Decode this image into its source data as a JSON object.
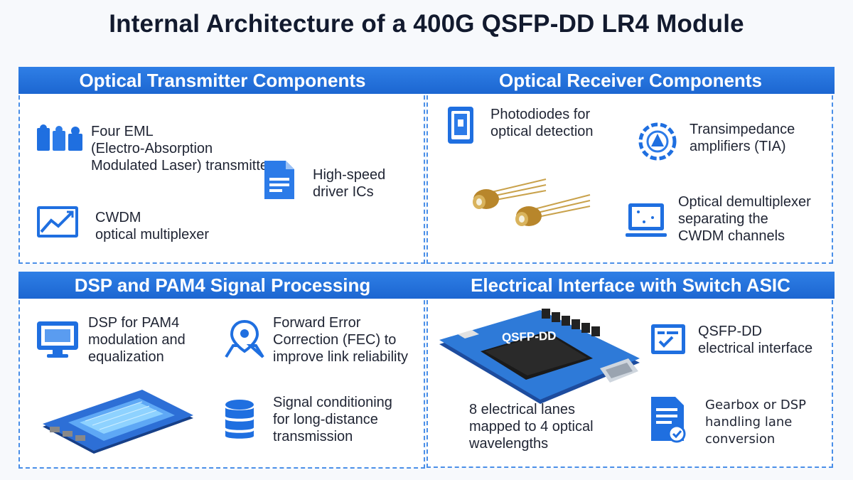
{
  "title": "Internal Architecture of a 400G QSFP-DD LR4 Module",
  "panels": {
    "tx": {
      "heading": "Optical Transmitter Components",
      "eml": "Four EML\n(Electro-Absorption\nModulated Laser) transmitters",
      "driver": "High-speed\ndriver ICs",
      "cwdm": "CWDM\noptical multiplexer"
    },
    "rx": {
      "heading": "Optical Receiver Components",
      "photodiodes": "Photodiodes for\noptical detection",
      "tia": "Transimpedance\namplifiers (TIA)",
      "demux": "Optical demultiplexer\nseparating the\nCWDM channels"
    },
    "dsp": {
      "heading": "DSP and PAM4 Signal Processing",
      "dsp_pam4": "DSP for PAM4\nmodulation and\nequalization",
      "fec": "Forward Error\nCorrection (FEC) to\nimprove link reliability",
      "signal": "Signal conditioning\nfor long-distance\ntransmission"
    },
    "elec": {
      "heading": "Electrical Interface with Switch ASIC",
      "chip_label": "QSFP-DD",
      "qsfpdd": "QSFP-DD\nelectrical interface",
      "lanes": "8 electrical lanes\nmapped to 4 optical\nwavelengths",
      "gearbox": "Gearbox or DSP\nhandling lane\nconversion"
    }
  },
  "colors": {
    "accent": "#1f6fe0",
    "header": "#2575e0",
    "border": "#4a8fe8"
  }
}
